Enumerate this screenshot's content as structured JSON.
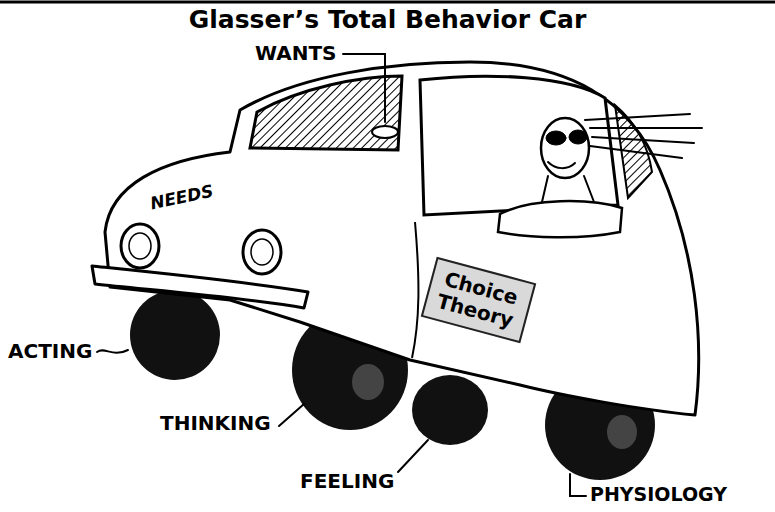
{
  "diagram": {
    "title": "Glasser’s Total Behavior Car",
    "nodes": [
      {
        "text": [
          "Choice Theory"
        ]
      }
    ],
    "labels": [
      "WANTS",
      "NEEDS",
      "ACTING",
      "THINKING",
      "FEELING",
      "PHYSIOLOGY"
    ]
  }
}
